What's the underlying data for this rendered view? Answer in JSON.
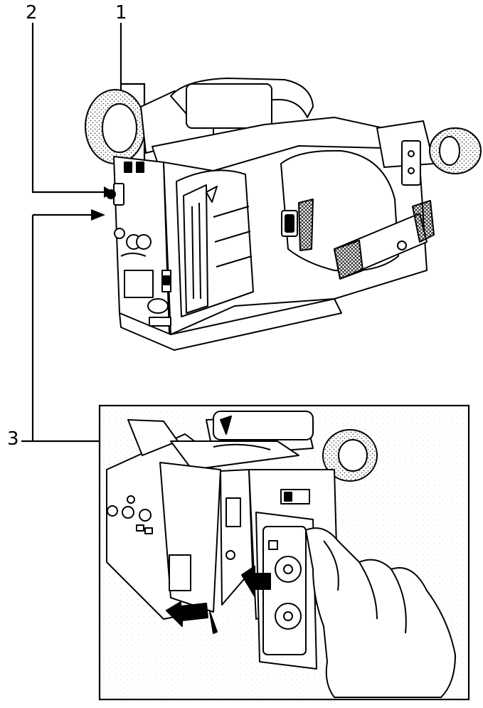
{
  "callouts": {
    "one": "1",
    "two": "2",
    "three": "3"
  },
  "style": {
    "ink": "#000000",
    "paper": "#ffffff",
    "texture": "#b8b8b8"
  }
}
